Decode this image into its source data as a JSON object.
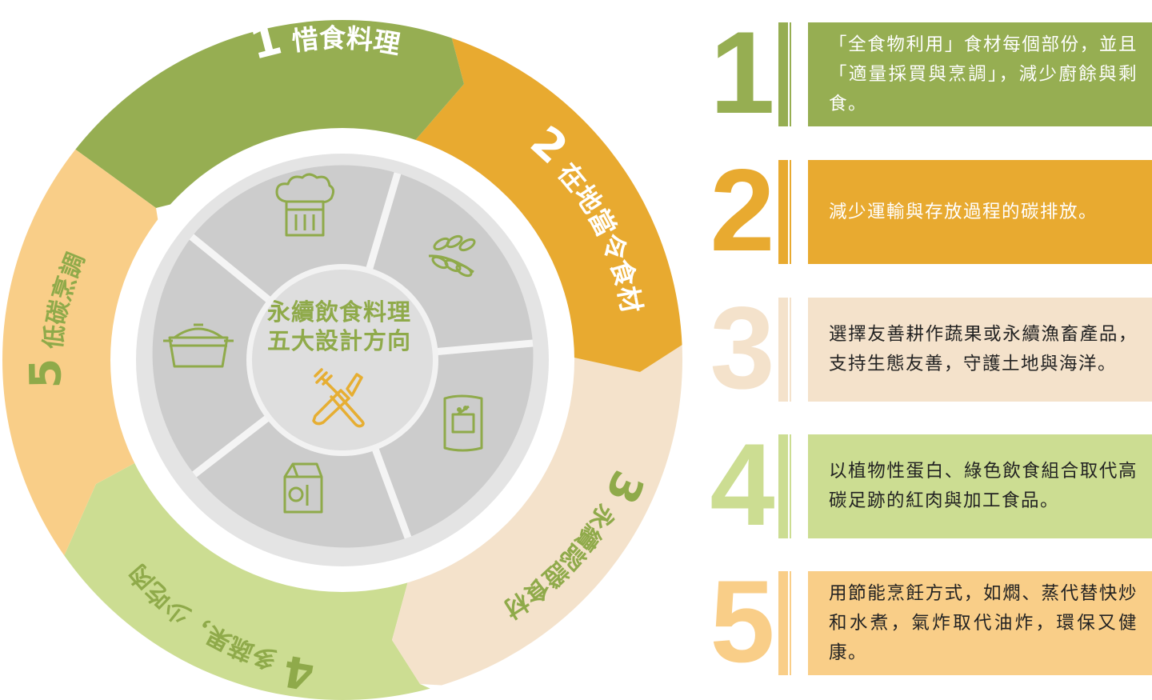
{
  "colors": {
    "green": "#96AE52",
    "orange": "#E8AA30",
    "peach": "#F4E2CB",
    "light_green": "#CCDD92",
    "light_orange": "#F9CE88",
    "gray_ring": "#E4E4E4",
    "gray_segment": "#CCCCCC",
    "center_gray": "#DEDEDE",
    "center_text": "#8FAA4A",
    "fork_knife": "#E6AE32",
    "icon": "#8FAA4A"
  },
  "center": {
    "title_line1": "永續飲食料理",
    "title_line2": "五大設計方向",
    "icon": "fork-knife-icon"
  },
  "wheel_icons": [
    "chef-hat-icon",
    "wheat-icon",
    "rice-bag-icon",
    "milk-carton-icon",
    "cooking-pot-icon"
  ],
  "segments": [
    {
      "number": "1",
      "label": "惜食料理"
    },
    {
      "number": "2",
      "label": "在地當令食材"
    },
    {
      "number": "3",
      "label": "永續認證食材"
    },
    {
      "number": "4",
      "label": "多蔬果，少吃肉"
    },
    {
      "number": "5",
      "label": "低碳烹調"
    }
  ],
  "panels": [
    {
      "number": "1",
      "text": "「全食物利用」食材每個部份，並且「適量採買與烹調」，減少廚餘與剩食。"
    },
    {
      "number": "2",
      "text": "減少運輸與存放過程的碳排放。"
    },
    {
      "number": "3",
      "text": "選擇友善耕作蔬果或永續漁畜產品，支持生態友善，守護土地與海洋。"
    },
    {
      "number": "4",
      "text": "以植物性蛋白、綠色飲食組合取代高碳足跡的紅肉與加工食品。"
    },
    {
      "number": "5",
      "text": "用節能烹飪方式，如燜、蒸代替快炒和水煮，氣炸取代油炸，環保又健康。"
    }
  ]
}
